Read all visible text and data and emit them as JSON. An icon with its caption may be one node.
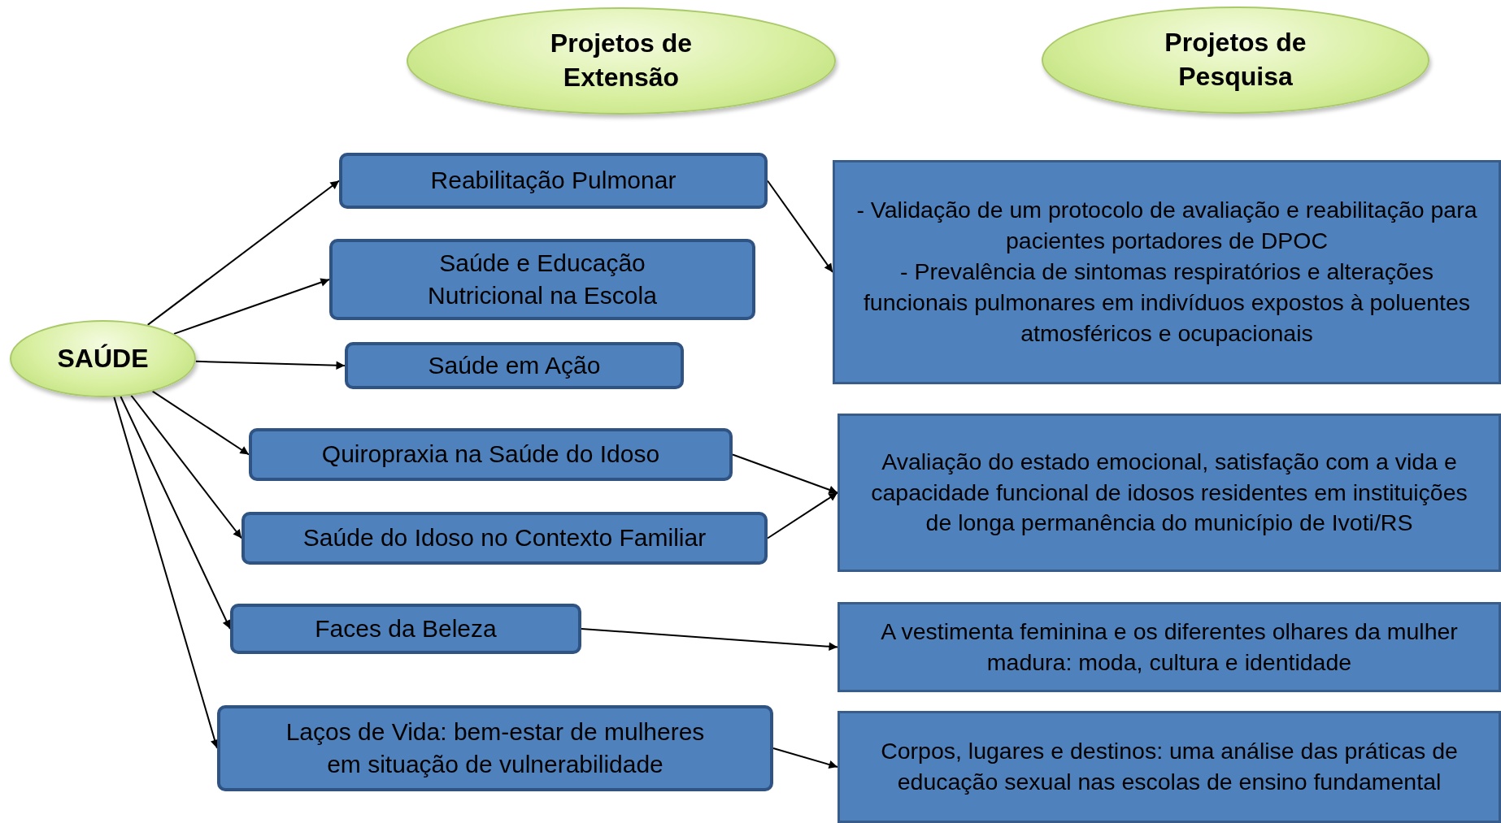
{
  "diagram": {
    "nodes": [
      {
        "text": [
          "Projetos de Extensão"
        ]
      },
      {
        "text": [
          "Projetos de Pesquisa"
        ]
      },
      {
        "text": [
          "SAÚDE"
        ]
      },
      {
        "text": [
          "Reabilitação Pulmonar"
        ]
      },
      {
        "text": [
          "Saúde e Educação Nutricional na Escola"
        ]
      },
      {
        "text": [
          "Saúde em Ação"
        ]
      },
      {
        "text": [
          "Quiropraxia na Saúde do Idoso"
        ]
      },
      {
        "text": [
          "Saúde do Idoso no Contexto Familiar"
        ]
      },
      {
        "text": [
          "Faces da Beleza"
        ]
      },
      {
        "text": [
          "Laços de Vida: bem-estar de mulheres em situação de vulnerabilidade"
        ]
      },
      {
        "text": [
          "- Validação de um protocolo de avaliação e reabilitação para pacientes portadores de DPOC",
          "- Prevalência de sintomas respiratórios e alterações funcionais pulmonares em indivíduos expostos à poluentes atmosféricos e ocupacionais"
        ]
      },
      {
        "text": [
          "Avaliação do estado emocional, satisfação com a vida e capacidade funcional de idosos residentes em instituições de longa permanência do município de Ivoti/RS"
        ]
      },
      {
        "text": [
          "A vestimenta feminina e os diferentes olhares da mulher madura: moda, cultura e identidade"
        ]
      },
      {
        "text": [
          "Corpos, lugares e destinos: uma análise das práticas de educação sexual nas escolas de ensino fundamental"
        ]
      }
    ],
    "edges": [
      {
        "from": 2,
        "to": 3,
        "arrow": "to"
      },
      {
        "from": 2,
        "to": 4,
        "arrow": "to"
      },
      {
        "from": 2,
        "to": 5,
        "arrow": "to"
      },
      {
        "from": 2,
        "to": 6,
        "arrow": "to"
      },
      {
        "from": 2,
        "to": 7,
        "arrow": "to"
      },
      {
        "from": 2,
        "to": 8,
        "arrow": "to"
      },
      {
        "from": 2,
        "to": 9,
        "arrow": "to"
      },
      {
        "from": 3,
        "to": 10,
        "arrow": "to"
      },
      {
        "from": 6,
        "to": 11,
        "arrow": "to"
      },
      {
        "from": 7,
        "to": 11,
        "arrow": "to"
      },
      {
        "from": 8,
        "to": 12,
        "arrow": "to"
      },
      {
        "from": 9,
        "to": 13,
        "arrow": "to"
      }
    ]
  }
}
